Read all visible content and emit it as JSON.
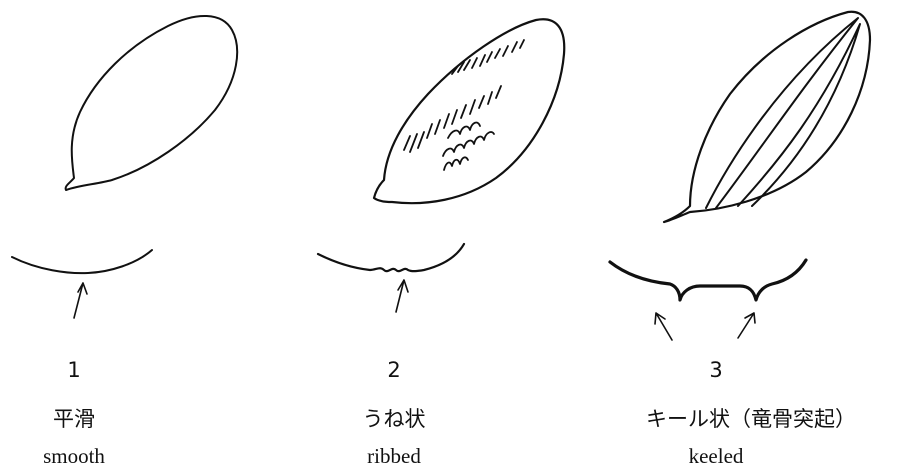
{
  "panels": [
    {
      "number": "1",
      "name_ja": "平滑",
      "name_en": "smooth"
    },
    {
      "number": "2",
      "name_ja": "うね状",
      "name_en": "ribbed"
    },
    {
      "number": "3",
      "name_ja": "キール状（竜骨突起）",
      "name_en": "keeled"
    }
  ]
}
